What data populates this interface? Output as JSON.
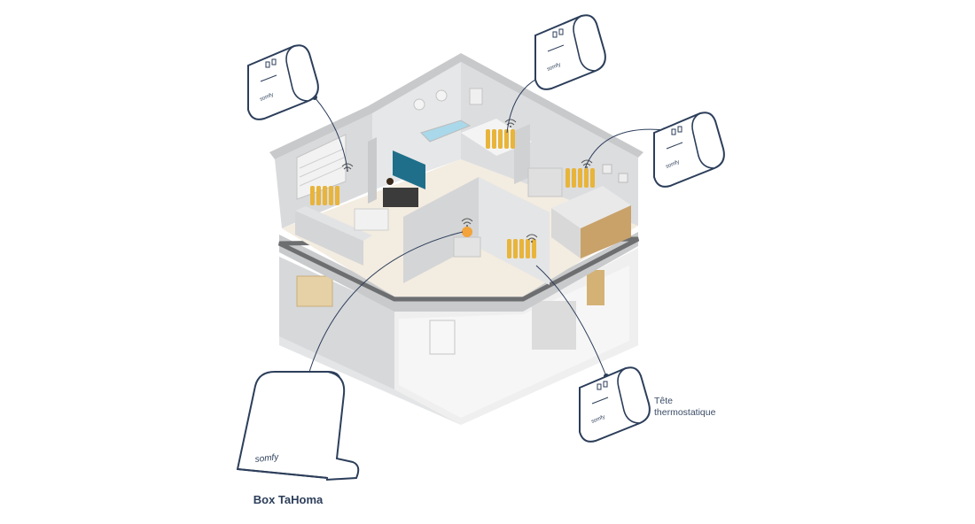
{
  "labels": {
    "box_name": "Box TaHoma",
    "head_line1": "Tête",
    "head_line2": "thermostatique",
    "brand": "somfy"
  },
  "colors": {
    "outline": "#2c3e5a",
    "wall": "#d9dadc",
    "wall_dark": "#bfc1c4",
    "floor": "#f3ece0",
    "radiator": "#e8b43a",
    "wood": "#d9b77a",
    "water": "#a9d8ea",
    "tv": "#1f6f8b"
  },
  "icons": {
    "hub": "tahoma-box-icon",
    "valve": "thermostatic-head-icon",
    "signal": "wifi-signal-icon"
  }
}
